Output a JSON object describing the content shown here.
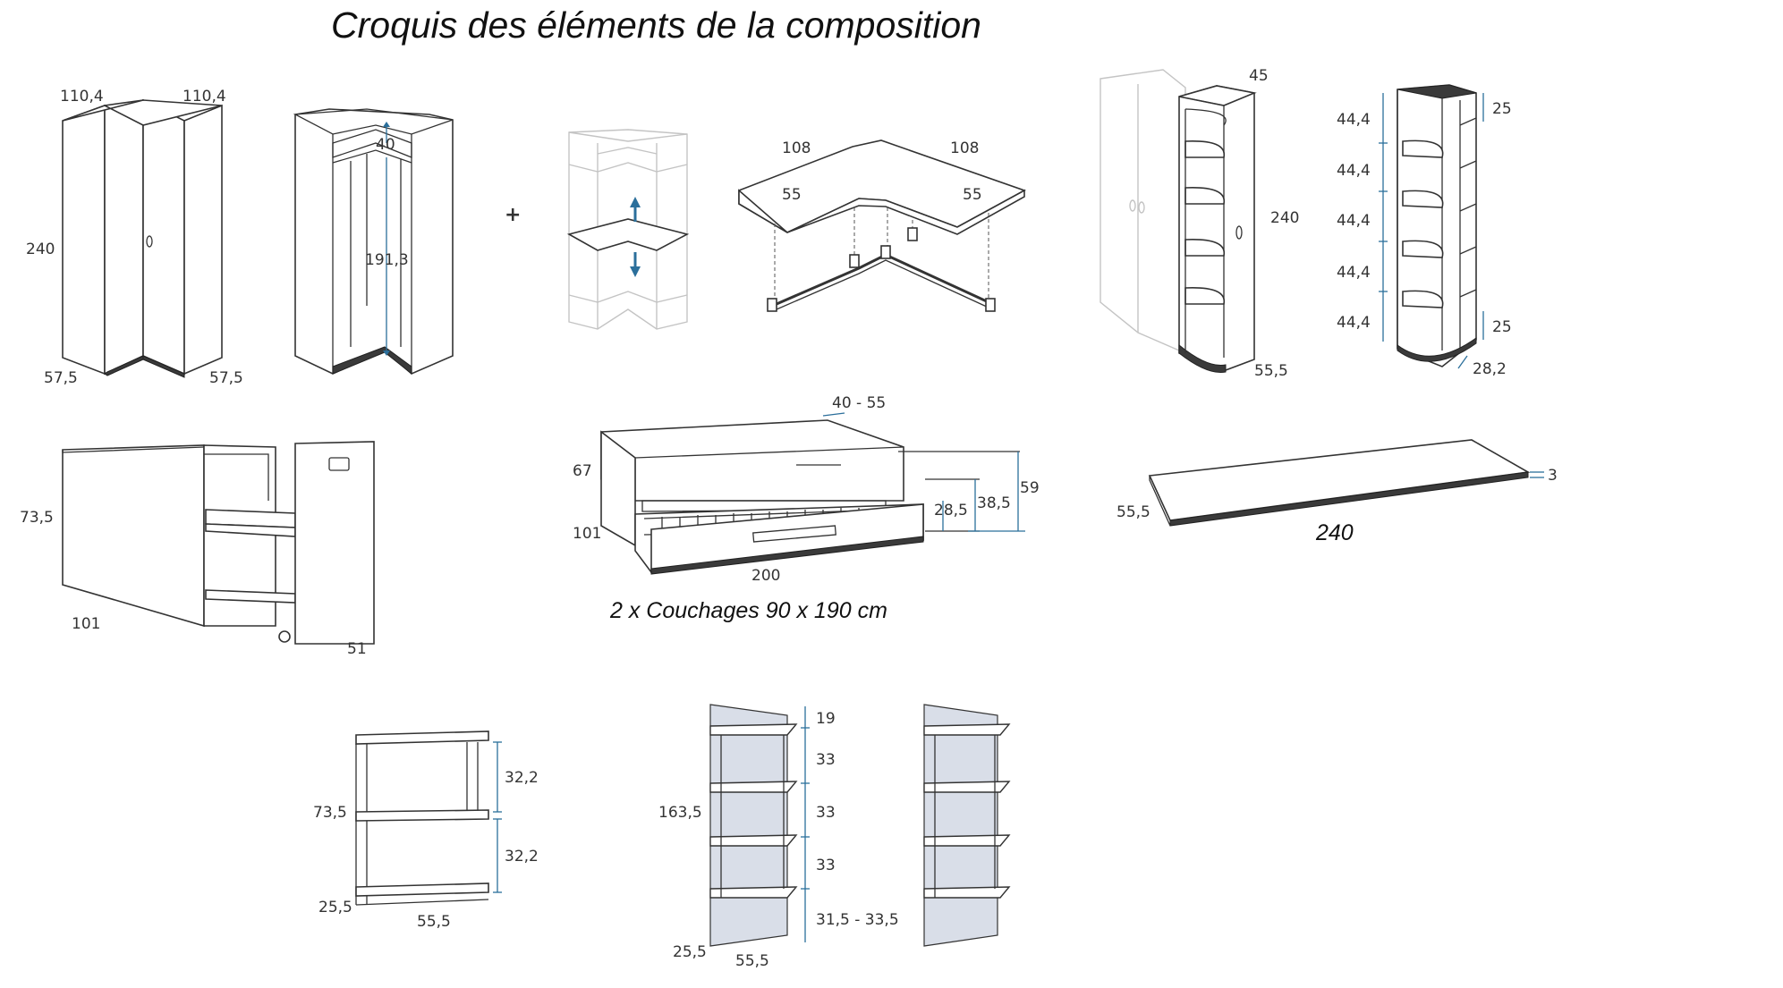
{
  "title": "Croquis des éléments de la composition",
  "wardrobe_corner": {
    "width_left": "110,4",
    "width_right": "110,4",
    "height": "240",
    "depth_left": "57,5",
    "depth_right": "57,5"
  },
  "wardrobe_corner_inside": {
    "top_shelf": "40",
    "hanging": "191,3"
  },
  "plus_sign": "+",
  "desk_corner": {
    "len_left": "108",
    "len_right": "108",
    "depth_left": "55",
    "depth_right": "55"
  },
  "corner_unit": {
    "depth": "45",
    "height": "240",
    "base": "55,5"
  },
  "shelf_column": {
    "shelf_spacing": [
      "44,4",
      "44,4",
      "44,4",
      "44,4",
      "44,4"
    ],
    "top": "25",
    "bottom": "25",
    "width": "28,2"
  },
  "desk_unit": {
    "height": "73,5",
    "length": "101",
    "depth": "51"
  },
  "bed": {
    "backrest": "40 - 55",
    "height": "67",
    "depth": "101",
    "length": "200",
    "drawer_h": "28,5",
    "mid_h": "38,5",
    "total_h": "59",
    "caption": "2 x Couchages 90 x 190 cm"
  },
  "plank": {
    "thickness": "3",
    "depth": "55,5",
    "length": "240"
  },
  "bookcase_small": {
    "upper": "32,2",
    "lower": "32,2",
    "height": "73,5",
    "depth": "25,5",
    "width": "55,5"
  },
  "wall_shelf": {
    "top": "19",
    "gap1": "33",
    "gap2": "33",
    "gap3": "33",
    "bottom": "31,5 - 33,5",
    "height": "163,5",
    "depth": "25,5",
    "width": "55,5"
  }
}
